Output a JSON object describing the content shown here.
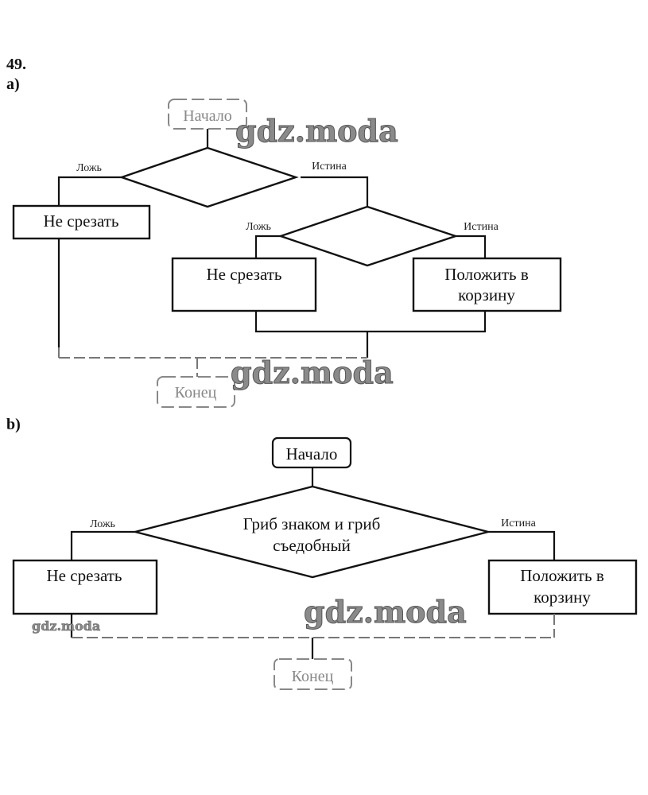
{
  "problem_number": "49.",
  "parts": {
    "a": {
      "label": "a)",
      "start": "Начало",
      "end": "Конец",
      "decision1": {
        "text": "",
        "false_label": "Ложь",
        "true_label": "Истина"
      },
      "decision2": {
        "text": "",
        "false_label": "Ложь",
        "true_label": "Истина"
      },
      "action_outer_false": "Не срезать",
      "action_inner_false": "Не срезать",
      "action_inner_true": [
        "Положить в",
        "корзину"
      ]
    },
    "b": {
      "label": "b)",
      "start": "Начало",
      "end": "Конец",
      "decision": {
        "text": [
          "Гриб знаком и гриб",
          "съедобный"
        ],
        "false_label": "Ложь",
        "true_label": "Истина"
      },
      "action_false": "Не срезать",
      "action_true": [
        "Положить в",
        "корзину"
      ]
    }
  },
  "watermark": "gdz.moda"
}
